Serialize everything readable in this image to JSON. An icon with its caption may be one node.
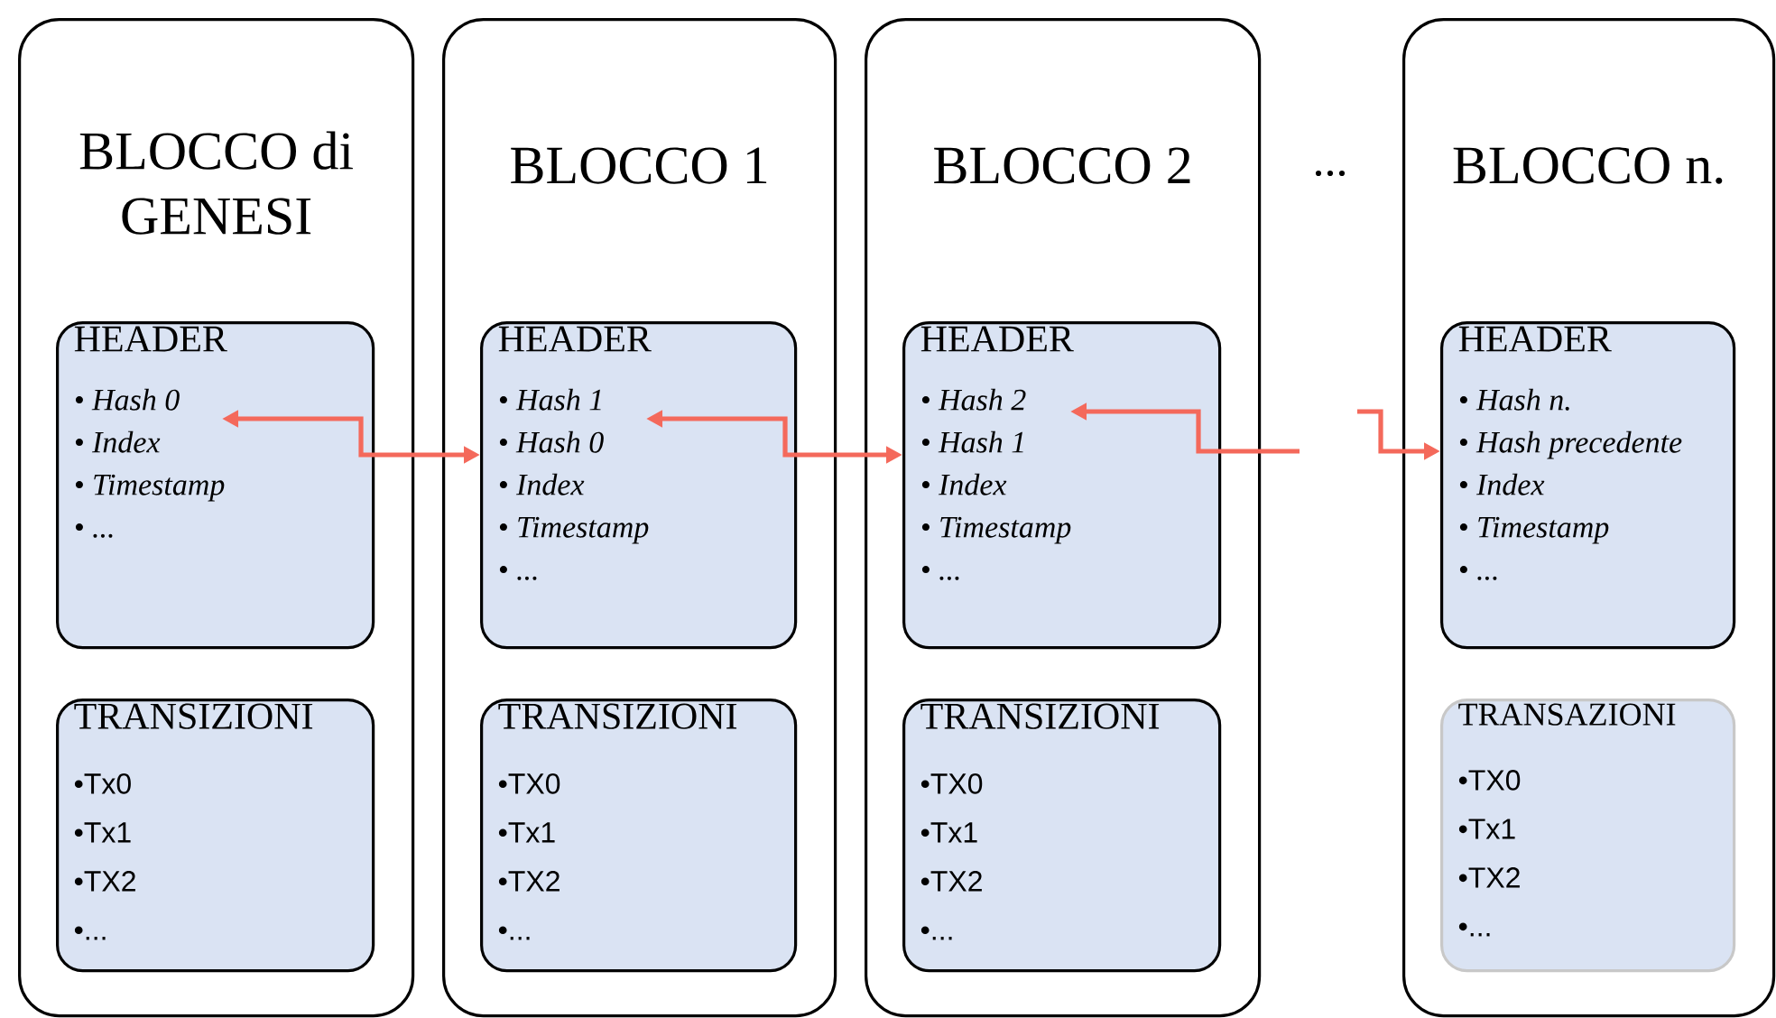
{
  "diagram": {
    "nodes": [
      {
        "text": [
          "BLOCCO di GENESI"
        ]
      },
      {
        "text": [
          "HEADER",
          "• Hash 0",
          "• Index",
          "• Timestamp",
          "• ..."
        ],
        "in": 0
      },
      {
        "text": [
          "TRANSIZIONI",
          "•Tx0",
          "•Tx1",
          "•TX2",
          "•..."
        ],
        "in": 0
      },
      {
        "text": [
          "BLOCCO 1"
        ]
      },
      {
        "text": [
          "HEADER",
          "• Hash 1",
          "• Hash 0",
          "• Index",
          "• Timestamp",
          "• ..."
        ],
        "in": 3
      },
      {
        "text": [
          "TRANSIZIONI",
          "•TX0",
          "•Tx1",
          "•TX2",
          "•..."
        ],
        "in": 3
      },
      {
        "text": [
          "BLOCCO 2"
        ]
      },
      {
        "text": [
          "HEADER",
          "• Hash 2",
          "• Hash 1",
          "• Index",
          "• Timestamp",
          "• ..."
        ],
        "in": 6
      },
      {
        "text": [
          "TRANSIZIONI",
          "•TX0",
          "•Tx1",
          "•TX2",
          "•..."
        ],
        "in": 6
      },
      {
        "text": [
          "BLOCCO n."
        ]
      },
      {
        "text": [
          "HEADER",
          "• Hash n.",
          "• Hash precedente",
          "• Index",
          "• Timestamp",
          "• ..."
        ],
        "in": 9
      },
      {
        "text": [
          "TRANSAZIONI",
          "•TX0",
          "•Tx1",
          "•TX2",
          "•..."
        ],
        "in": 9
      }
    ],
    "edges": [
      {
        "from": 1,
        "to": 4,
        "arrow": "both"
      },
      {
        "from": 4,
        "to": 7,
        "arrow": "both"
      },
      {
        "from": null,
        "to": 7,
        "arrow": "to"
      },
      {
        "from": null,
        "to": 10,
        "arrow": "to"
      }
    ],
    "labels": [
      "..."
    ]
  }
}
